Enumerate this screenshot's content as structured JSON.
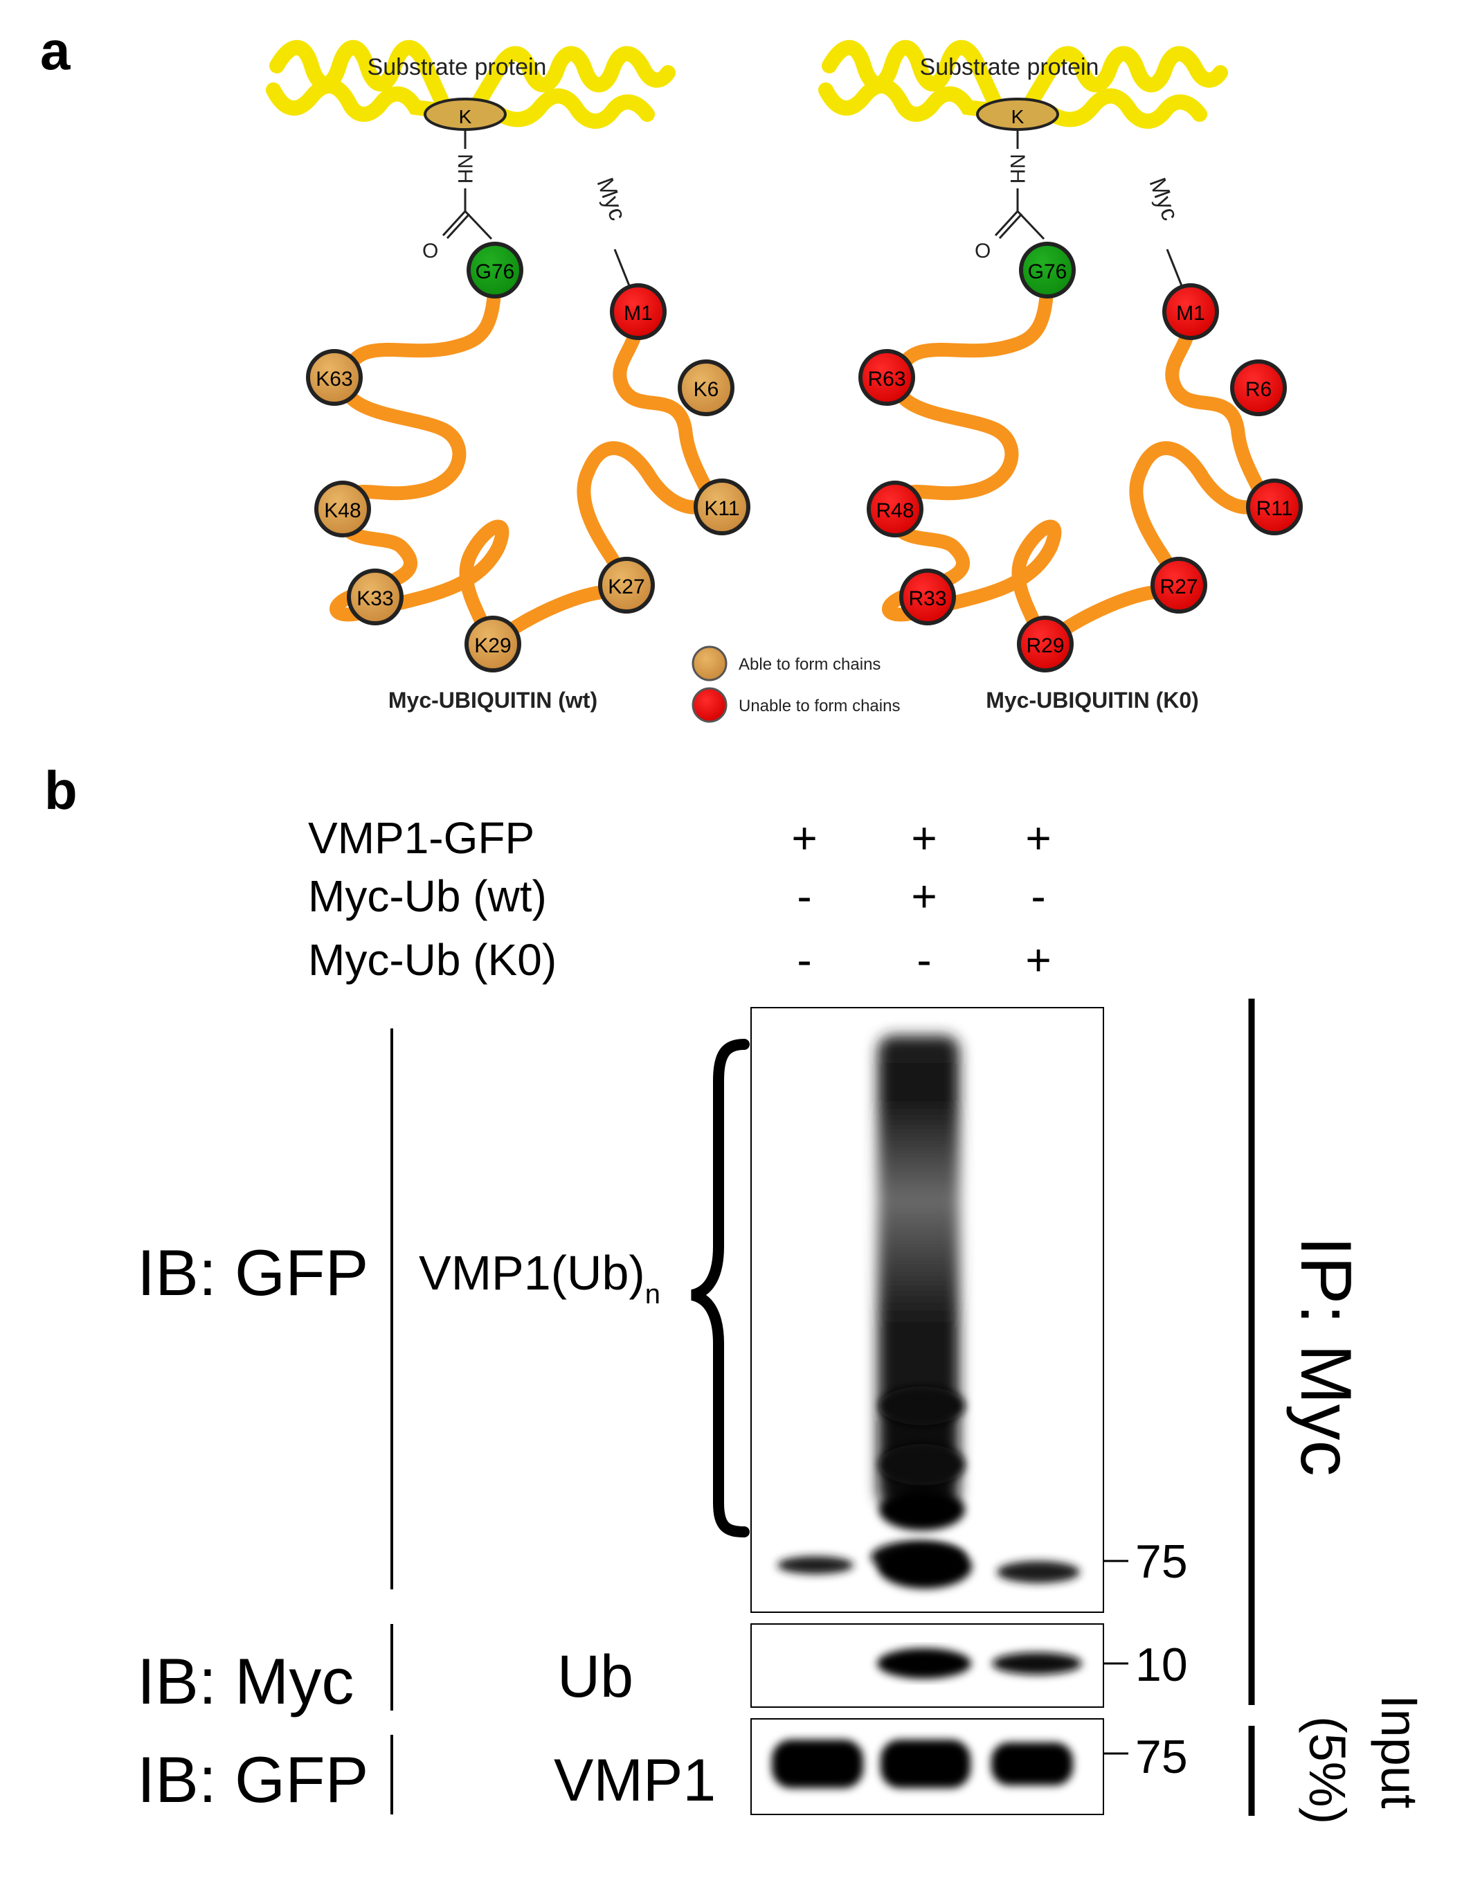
{
  "panel_a": {
    "label": "a",
    "left": {
      "substrate_label": "Substrate protein",
      "substrate_residue": "K",
      "linker_label": "NH",
      "carbonyl_label": "O",
      "tag": "Myc",
      "caption": "Myc-UBIQUITIN (wt)",
      "residues": [
        "G76",
        "M1",
        "K63",
        "K6",
        "K48",
        "K11",
        "K33",
        "K27",
        "K29"
      ]
    },
    "right": {
      "substrate_label": "Substrate protein",
      "substrate_residue": "K",
      "linker_label": "NH",
      "carbonyl_label": "O",
      "tag": "Myc",
      "caption": "Myc-UBIQUITIN (K0)",
      "residues": [
        "G76",
        "M1",
        "R63",
        "R6",
        "R48",
        "R11",
        "R33",
        "R27",
        "R29"
      ]
    },
    "legend": {
      "able": "Able to form chains",
      "unable": "Unable to form chains"
    },
    "colors": {
      "substrate": "#f5e400",
      "chain": "#f7941d",
      "able": "#d9a24a",
      "unable": "#e30613",
      "c_terminal": "#1a9a1a",
      "lysine_on_substrate": "#d4a94a"
    }
  },
  "panel_b": {
    "label": "b",
    "conditions": {
      "rows": [
        "VMP1-GFP",
        "Myc-Ub (wt)",
        "Myc-Ub (K0)"
      ],
      "lane1": [
        "+",
        "-",
        "-"
      ],
      "lane2": [
        "+",
        "+",
        "-"
      ],
      "lane3": [
        "+",
        "-",
        "+"
      ]
    },
    "blots": {
      "ib_gfp_top": "IB: GFP",
      "ib_myc": "IB: Myc",
      "ib_gfp_bottom": "IB: GFP",
      "band_ubn": "VMP1(Ub)",
      "band_ubn_sub": "n",
      "band_ub": "Ub",
      "band_vmp1": "VMP1"
    },
    "markers": [
      "75",
      "10",
      "75"
    ],
    "ip_label": "IP: Myc",
    "input_label": "Input",
    "input_pct": "(5%)"
  }
}
